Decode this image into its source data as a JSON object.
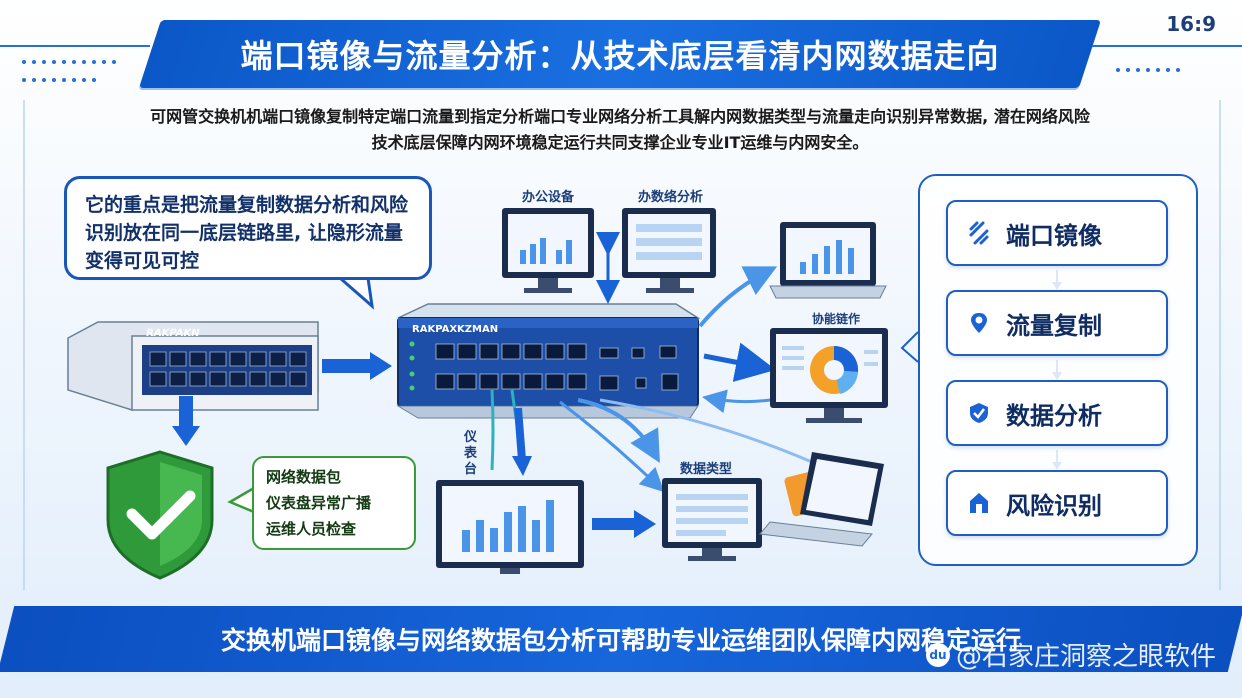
{
  "header": {
    "title": "端口镜像与流量分析：从技术底层看清内网数据走向",
    "ratio": "16:9"
  },
  "intro": {
    "line1": "可网管交换机机端口镜像复制特定端口流量到指定分析端口专业网络分析工具解内网数据类型与流量走向识别异常数据, 潜在网络风险",
    "line2": "技术底层保障内网环境稳定运行共同支撑企业专业IT运维与内网安全。"
  },
  "bubble": {
    "text": "它的重点是把流量复制数据分析和风险识别放在同一底层链路里, 让隐形流量变得可见可控"
  },
  "green_bubble": {
    "line1": "网络数据包",
    "line2": "仪表盘异常广播",
    "line3": "运维人员检查"
  },
  "labels": {
    "office": "办公设备",
    "analysis": "办数络分析",
    "switch_small": "RAKPAKN",
    "switch_main": "RAKPAXKZMAN",
    "monitor": "协能链作",
    "dashboard": "仪表台",
    "datatype": "数据类型"
  },
  "steps": [
    {
      "icon": "mirror-icon",
      "label": "端口镜像"
    },
    {
      "icon": "location-pin-icon",
      "label": "流量复制"
    },
    {
      "icon": "shield-check-icon",
      "label": "数据分析"
    },
    {
      "icon": "home-icon",
      "label": "风险识别"
    }
  ],
  "footer": {
    "text": "交换机端口镜像与网络数据包分析可帮助专业运维团队保障内网稳定运行",
    "watermark": "@石家庄洞察之眼软件",
    "watermark_badge": "du"
  },
  "colors": {
    "primary": "#1a63d6",
    "dark": "#0f2c63",
    "green": "#3a9a3a"
  }
}
